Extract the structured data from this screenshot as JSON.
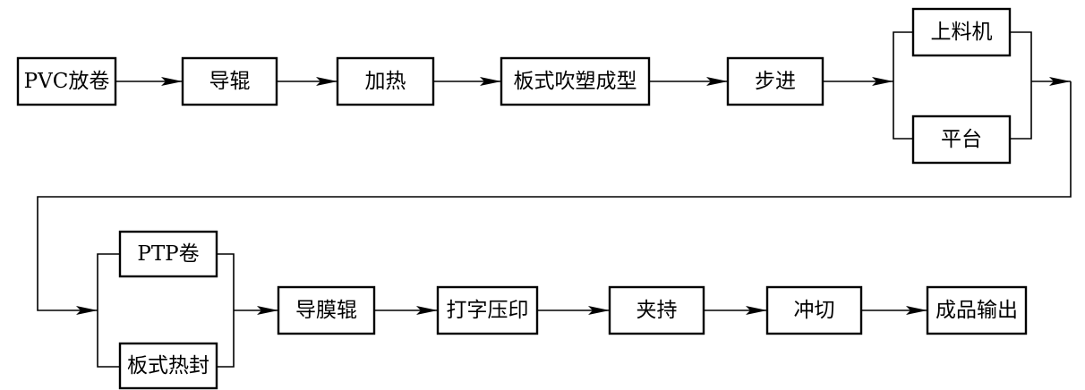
{
  "diagram": {
    "nodes": {
      "pvc_unwind": "PVC放卷",
      "guide_roller": "导辊",
      "heating": "加热",
      "plate_blow_forming": "板式吹塑成型",
      "stepping": "步进",
      "loader": "上料机",
      "platform": "平台",
      "ptp_roll": "PTP卷",
      "plate_heat_seal": "板式热封",
      "film_guide_roller": "导膜辊",
      "print_emboss": "打字压印",
      "clamping": "夹持",
      "punch_cut": "冲切",
      "product_output": "成品输出"
    },
    "colors": {
      "stroke": "#000000",
      "background": "#ffffff"
    }
  }
}
